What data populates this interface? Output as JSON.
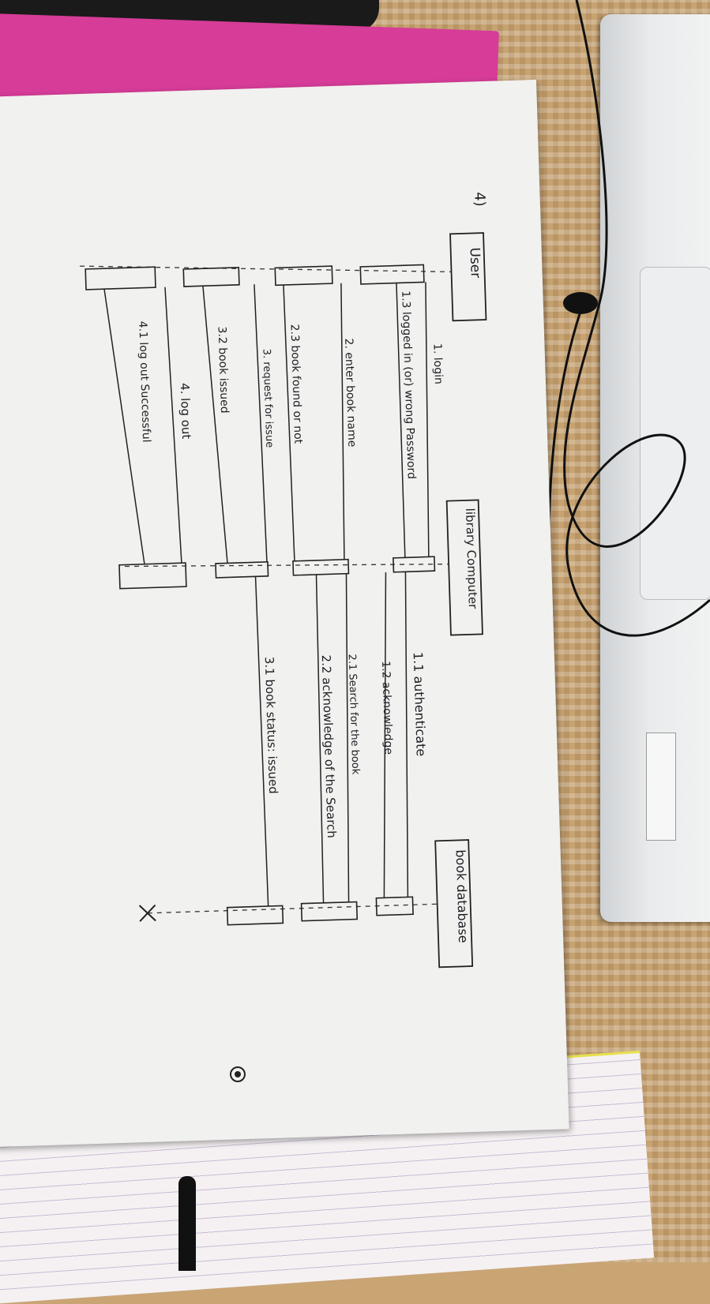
{
  "page_number": "4)",
  "lifelines": [
    {
      "id": "user",
      "label": "User"
    },
    {
      "id": "computer",
      "label": "library Computer"
    },
    {
      "id": "database",
      "label": "book database"
    }
  ],
  "messages": [
    {
      "label": "1. login"
    },
    {
      "label": "1.1 authenticate"
    },
    {
      "label": "1.2 acknowledge"
    },
    {
      "label": "1.3 logged in (or) wrong Password"
    },
    {
      "label": "2. enter book name"
    },
    {
      "label": "2.1 Search for the book"
    },
    {
      "label": "2.2 acknowledge of the Search"
    },
    {
      "label": "2.3 book found or not"
    },
    {
      "label": "3. request for issue"
    },
    {
      "label": "3.1 book status: issued"
    },
    {
      "label": "3.2 book issued"
    },
    {
      "label": "4. log out"
    },
    {
      "label": "4.1 log out Successful"
    }
  ],
  "icons": [
    "destroy-x-mark",
    "camera-eye-icon"
  ]
}
